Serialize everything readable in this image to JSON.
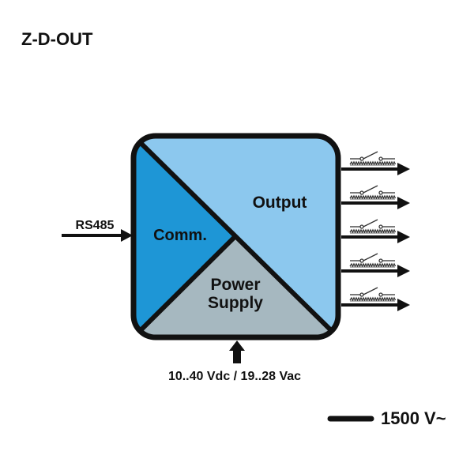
{
  "title": "Z-D-OUT",
  "colors": {
    "outline": "#111111",
    "output_section": "#8cc8ee",
    "comm_section": "#1e96d6",
    "power_section": "#a6b8c0",
    "relay_symbol": "#333333"
  },
  "block": {
    "comm_label": "Comm.",
    "output_label": "Output",
    "power_label_line1": "Power",
    "power_label_line2": "Supply"
  },
  "inputs": {
    "rs485_label": "RS485"
  },
  "power_input": {
    "label": "10..40 Vdc / 19..28 Vac"
  },
  "outputs": {
    "relay_count": 5,
    "relay_icon": "relay-contact-icon"
  },
  "isolation": {
    "label": "1500 V~"
  }
}
